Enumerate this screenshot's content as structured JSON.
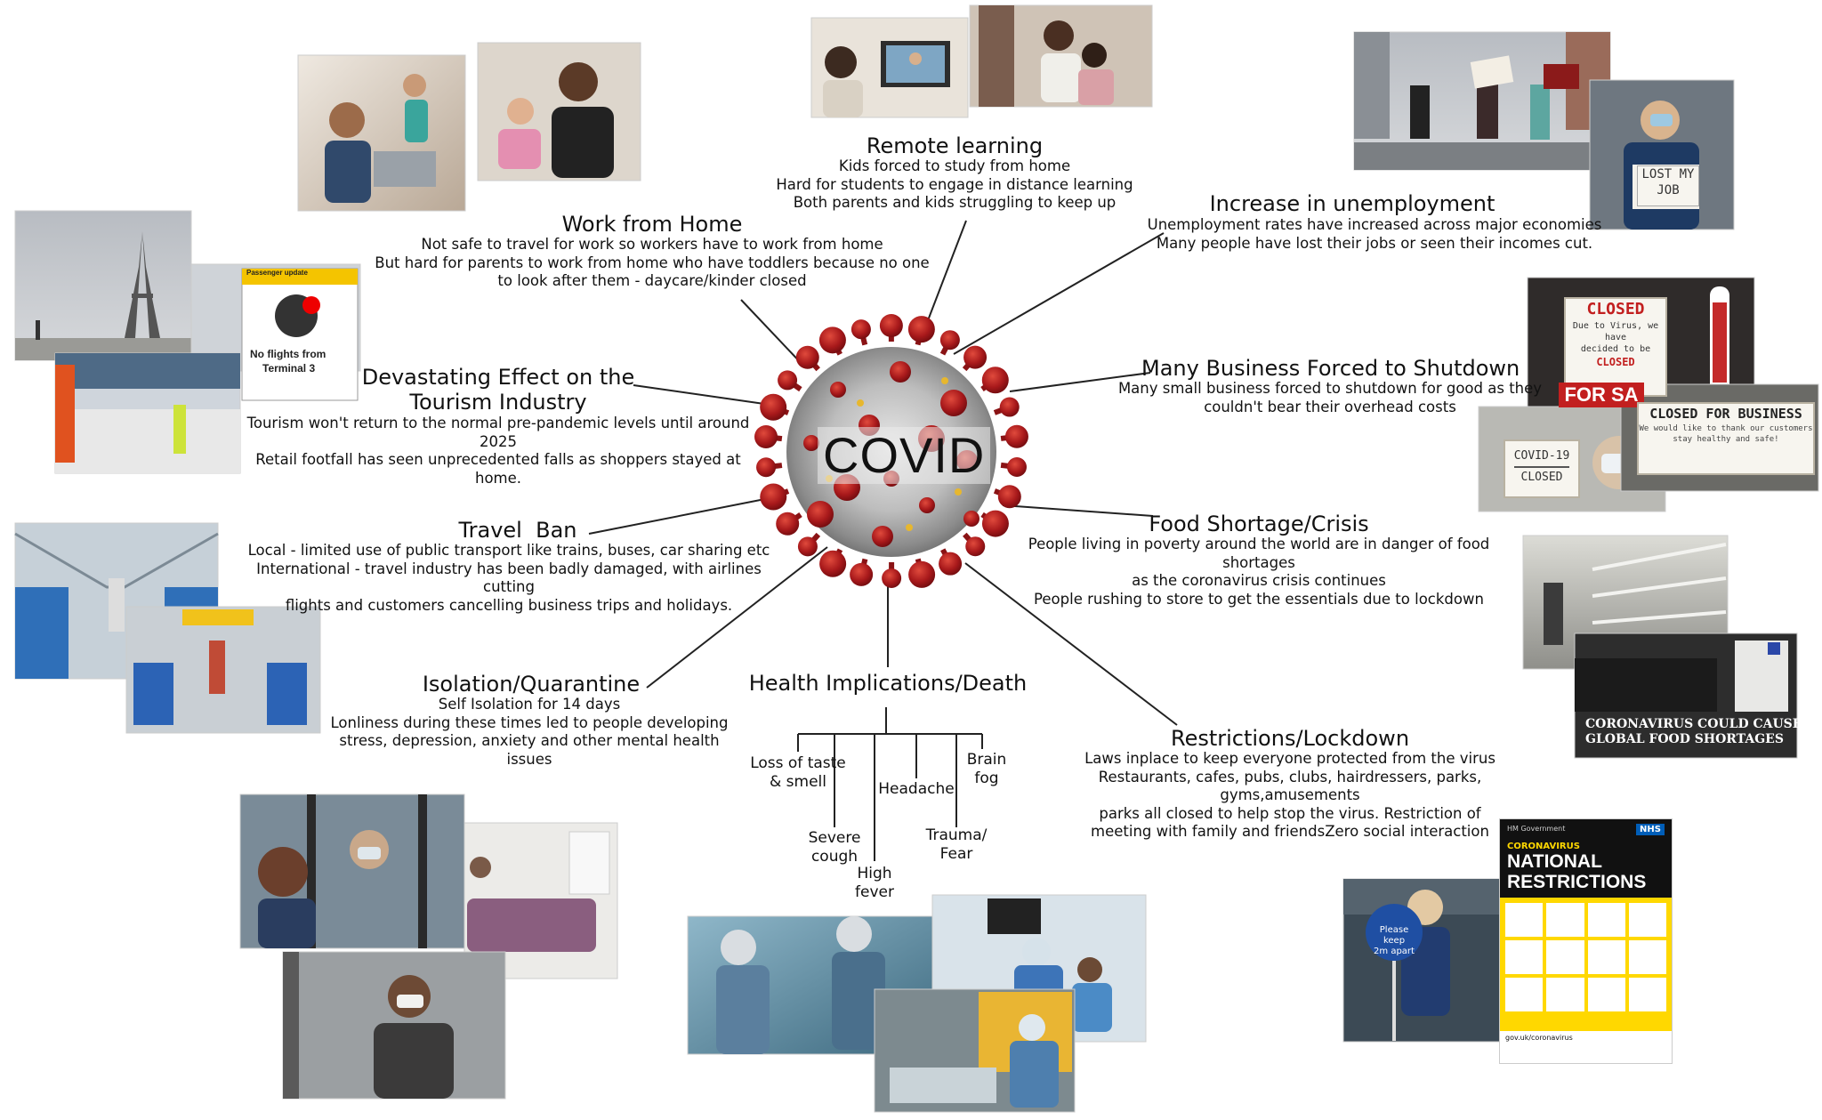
{
  "center_label": "COVID",
  "topics": {
    "remote_learning": {
      "title": "Remote learning",
      "lines": [
        "Kids forced to study from home",
        "Hard for students to engage in distance learning",
        "Both parents and kids struggling to keep up"
      ]
    },
    "work_from_home": {
      "title": "Work from Home",
      "lines": [
        "Not safe to travel for work so workers have to work from home",
        "But hard for parents to work from home who have toddlers because no one",
        "to look after them - daycare/kinder closed"
      ]
    },
    "unemployment": {
      "title": "Increase in unemployment",
      "lines": [
        "Unemployment rates have increased across major economies",
        "Many people have lost their jobs or seen their incomes cut."
      ]
    },
    "tourism": {
      "title_line1": "Devastating Effect on the",
      "title_line2": "Tourism Industry",
      "lines": [
        "Tourism won't return to the normal pre-pandemic levels until around 2025",
        "Retail footfall has seen unprecedented falls as shoppers stayed at home."
      ]
    },
    "business_shutdown": {
      "title": "Many Business Forced to Shutdown",
      "lines": [
        "Many small business forced to shutdown for good as they",
        "couldn't bear their overhead costs"
      ]
    },
    "travel_ban": {
      "title": "Travel  Ban",
      "lines": [
        "Local - limited use of public transport like trains, buses, car sharing etc",
        "International - travel industry has been badly damaged, with airlines cutting",
        "flights and customers cancelling business trips and holidays."
      ]
    },
    "food_shortage": {
      "title": "Food Shortage/Crisis",
      "lines": [
        "People living in poverty around the world are in danger of food shortages",
        "as the coronavirus crisis continues",
        "People rushing to store to get the essentials due to lockdown"
      ]
    },
    "isolation": {
      "title": "Isolation/Quarantine",
      "lines": [
        "Self Isolation for 14 days",
        "Lonliness during these times led to people developing",
        "stress, depression, anxiety and other mental health issues"
      ]
    },
    "health": {
      "title": "Health Implications/Death",
      "symptoms": {
        "taste": [
          "Loss of taste",
          "& smell"
        ],
        "cough": [
          "Severe",
          "cough"
        ],
        "fever": [
          "High",
          "fever"
        ],
        "headache": [
          "Headache"
        ],
        "trauma": [
          "Trauma/",
          "Fear"
        ],
        "brain": [
          "Brain",
          "fog"
        ]
      }
    },
    "lockdown": {
      "title": "Restrictions/Lockdown",
      "lines": [
        "Laws inplace to keep everyone protected from the virus",
        "Restaurants, cafes, pubs, clubs, hairdressers, parks, gyms,amusements",
        "parks all closed to help stop the virus. Restriction of",
        "meeting with family and friendsZero social interaction"
      ]
    }
  },
  "photo_text": {
    "airport_sign": [
      "Passenger update",
      "No flights from",
      "Terminal 3"
    ],
    "protest_sign": [
      "LOST MY",
      "JOB"
    ],
    "closed_sign": [
      "CLOSED",
      "Due to Virus, we have",
      "decided to be",
      "CLOSED"
    ],
    "for_sale": "FOR SA",
    "closed_for_business": [
      "CLOSED FOR BUSINESS",
      "We would like to thank our customers",
      "stay healthy and safe!"
    ],
    "covid_closed": [
      "COVID-19",
      "CLOSED"
    ],
    "food_caption": [
      "CORONAVIRUS COULD CAUSE",
      "GLOBAL FOOD SHORTAGES"
    ],
    "distance_sign": [
      "Please keep",
      "2m apart"
    ],
    "poster": {
      "gov": "HM Government",
      "nhs": "NHS",
      "kicker": "CORONAVIRUS",
      "headline": "NATIONAL RESTRICTIONS",
      "footer": "gov.uk/coronavirus"
    }
  }
}
